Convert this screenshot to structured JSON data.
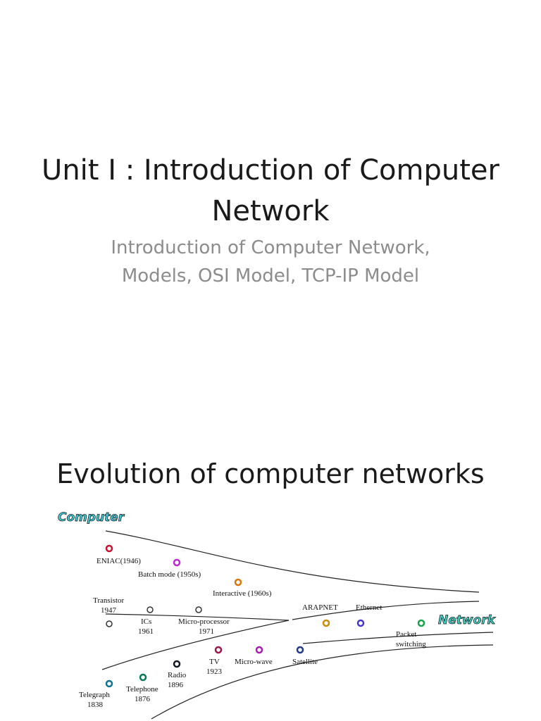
{
  "slide1": {
    "title": "Unit I : Introduction of Computer Network",
    "subtitle_line1": "Introduction of Computer Network,",
    "subtitle_line2": "Models, OSI Model, TCP-IP Model"
  },
  "slide2": {
    "title": "Evolution of computer networks",
    "diagram": {
      "computer_label": "Computer",
      "network_label": "Network",
      "colors": {
        "badge_fill": "#3ec9d6",
        "network_fill": "#41d3c9"
      },
      "items": {
        "eniac": "ENIAC(1946)",
        "batch": "Batch mode (1950s)",
        "interactive": "Interactive (1960s)",
        "transistor_name": "Transistor",
        "transistor_year": "1947",
        "ics_name": "ICs",
        "ics_year": "1961",
        "micro_name": "Micro-processor",
        "micro_year": "1971",
        "arapnet": "ARAPNET",
        "ethernet": "Ethernet",
        "packet1": "Packet",
        "packet2": "switching",
        "tv_name": "TV",
        "tv_year": "1923",
        "microwave": "Micro-wave",
        "satellite": "Satellite",
        "radio_name": "Radio",
        "radio_year": "1896",
        "telephone_name": "Telephone",
        "telephone_year": "1876",
        "telegraph_name": "Telegraph",
        "telegraph_year": "1838"
      }
    }
  }
}
